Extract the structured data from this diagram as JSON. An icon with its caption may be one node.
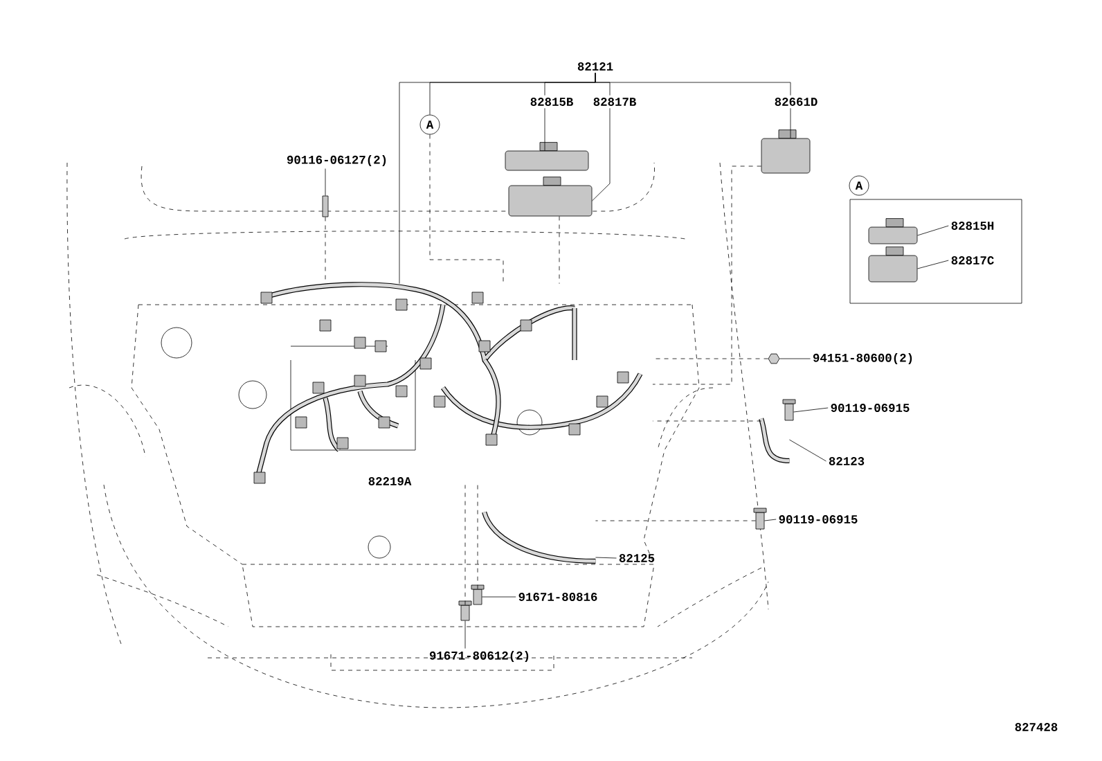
{
  "diagram": {
    "nodes": [
      {
        "text": [
          "82121"
        ]
      },
      {
        "text": [
          "82815B"
        ]
      },
      {
        "text": [
          "82817B"
        ]
      },
      {
        "text": [
          "82661D"
        ]
      },
      {
        "text": [
          "A"
        ]
      },
      {
        "text": [],
        "shape": "picture"
      },
      {
        "text": [],
        "shape": "box"
      },
      {
        "text": [],
        "shape": "box"
      },
      {
        "text": [],
        "shape": "box"
      },
      {
        "text": [
          "90116-06127(2)"
        ]
      },
      {
        "text": [],
        "shape": "box"
      },
      {
        "text": [],
        "shape": "box"
      },
      {
        "text": [
          "82815H"
        ],
        "in": 11
      },
      {
        "text": [],
        "shape": "box",
        "in": 11
      },
      {
        "text": [
          "82817C"
        ],
        "in": 11
      },
      {
        "text": [],
        "shape": "box",
        "in": 11
      },
      {
        "text": [
          "94151-80600(2)"
        ]
      },
      {
        "text": [],
        "shape": "picture"
      },
      {
        "text": [
          "90119-06915"
        ]
      },
      {
        "text": [],
        "shape": "box"
      },
      {
        "text": [
          "82123"
        ]
      },
      {
        "text": [],
        "shape": "picture"
      },
      {
        "text": [
          "90119-06915"
        ]
      },
      {
        "text": [],
        "shape": "box"
      },
      {
        "text": [
          "82125"
        ]
      },
      {
        "text": [],
        "shape": "picture"
      },
      {
        "text": [
          "91671-80816"
        ]
      },
      {
        "text": [],
        "shape": "box"
      },
      {
        "text": [
          "91671-80612(2)"
        ]
      },
      {
        "text": [],
        "shape": "box"
      },
      {
        "text": [
          "A"
        ]
      }
    ],
    "edges": [
      {
        "from": 0,
        "to": 5,
        "arrow": "none"
      },
      {
        "from": 0,
        "to": 4,
        "arrow": "none"
      },
      {
        "from": 0,
        "to": 1,
        "arrow": "none"
      },
      {
        "from": 0,
        "to": 2,
        "arrow": "none"
      },
      {
        "from": 0,
        "to": 3,
        "arrow": "none"
      },
      {
        "from": 1,
        "to": 6,
        "arrow": "none"
      },
      {
        "from": 2,
        "to": 7,
        "arrow": "none"
      },
      {
        "from": 3,
        "to": 8,
        "arrow": "none"
      },
      {
        "from": 4,
        "to": 5,
        "arrow": "none",
        "style": "dashed"
      },
      {
        "from": 7,
        "to": 5,
        "arrow": "none",
        "style": "dashed"
      },
      {
        "from": 8,
        "to": 5,
        "arrow": "none",
        "style": "dashed"
      },
      {
        "from": 9,
        "to": 10,
        "arrow": "none"
      },
      {
        "from": 10,
        "to": 5,
        "arrow": "none",
        "style": "dashed"
      },
      {
        "from": 12,
        "to": 13,
        "arrow": "none"
      },
      {
        "from": 14,
        "to": 15,
        "arrow": "none"
      },
      {
        "from": 16,
        "to": 17,
        "arrow": "none"
      },
      {
        "from": 17,
        "to": 5,
        "arrow": "none",
        "style": "dashed"
      },
      {
        "from": 18,
        "to": 19,
        "arrow": "none"
      },
      {
        "from": 21,
        "to": 5,
        "arrow": "none",
        "style": "dashed"
      },
      {
        "from": 20,
        "to": 21,
        "arrow": "none"
      },
      {
        "from": 22,
        "to": 23,
        "arrow": "none"
      },
      {
        "from": 23,
        "to": 25,
        "arrow": "none",
        "style": "dashed"
      },
      {
        "from": 24,
        "to": 25,
        "arrow": "none"
      },
      {
        "from": 26,
        "to": 27,
        "arrow": "none"
      },
      {
        "from": 27,
        "to": 5,
        "arrow": "none",
        "style": "dashed"
      },
      {
        "from": 28,
        "to": 29,
        "arrow": "none"
      },
      {
        "from": 29,
        "to": 5,
        "arrow": "none",
        "style": "dashed"
      }
    ],
    "labels": [
      "82219A",
      "827428"
    ]
  }
}
